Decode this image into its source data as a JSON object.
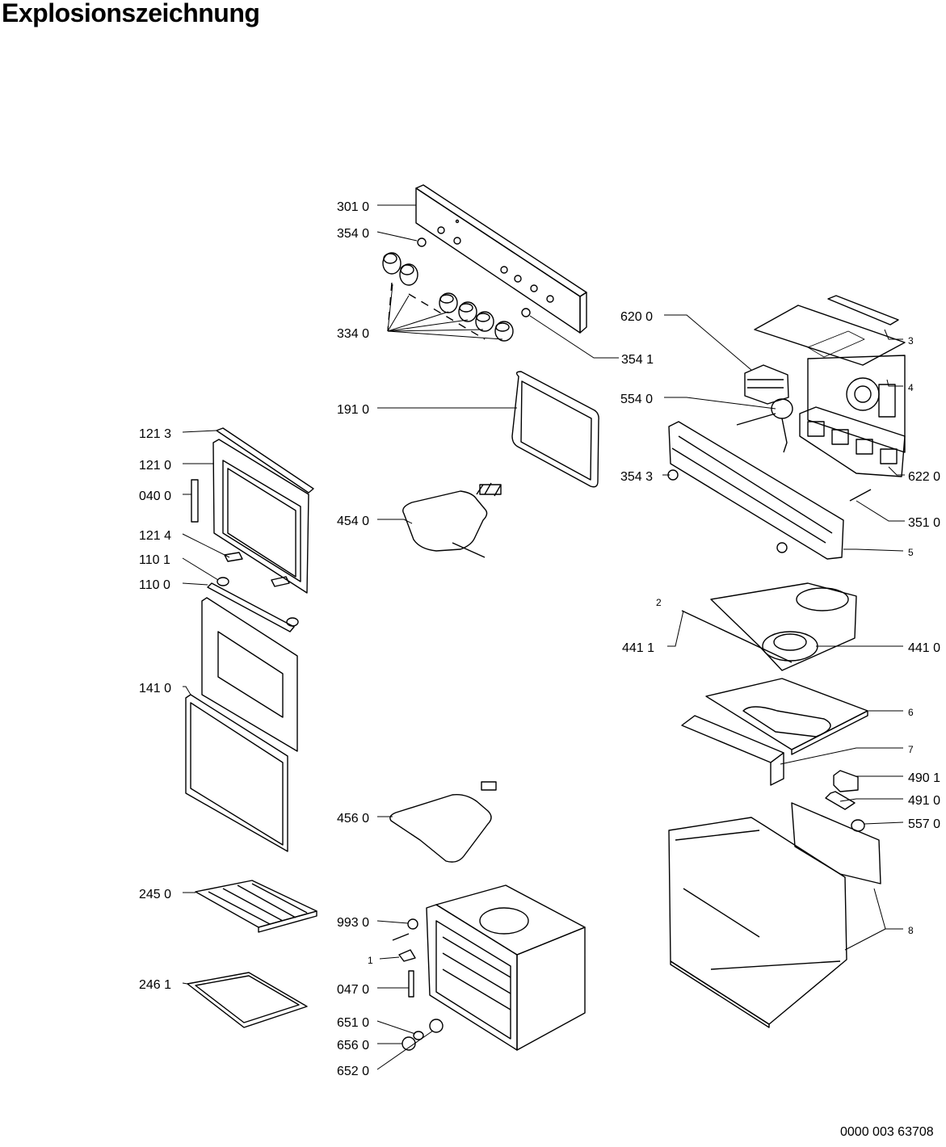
{
  "title": "Explosionszeichnung",
  "document_number": "0000 003 63708",
  "part_labels": [
    {
      "id": "301 0"
    },
    {
      "id": "354 0"
    },
    {
      "id": "334 0"
    },
    {
      "id": "354 1"
    },
    {
      "id": "620 0"
    },
    {
      "id": "3"
    },
    {
      "id": "4"
    },
    {
      "id": "554 0"
    },
    {
      "id": "191 0"
    },
    {
      "id": "121 3"
    },
    {
      "id": "121 0"
    },
    {
      "id": "040 0"
    },
    {
      "id": "454 0"
    },
    {
      "id": "354 3"
    },
    {
      "id": "622 0"
    },
    {
      "id": "351 0"
    },
    {
      "id": "121 4"
    },
    {
      "id": "110 1"
    },
    {
      "id": "110 0"
    },
    {
      "id": "5"
    },
    {
      "id": "2"
    },
    {
      "id": "441 1"
    },
    {
      "id": "441 0"
    },
    {
      "id": "141 0"
    },
    {
      "id": "6"
    },
    {
      "id": "7"
    },
    {
      "id": "490 1"
    },
    {
      "id": "491 0"
    },
    {
      "id": "557 0"
    },
    {
      "id": "456 0"
    },
    {
      "id": "245 0"
    },
    {
      "id": "993 0"
    },
    {
      "id": "8"
    },
    {
      "id": "1"
    },
    {
      "id": "246 1"
    },
    {
      "id": "047 0"
    },
    {
      "id": "651 0"
    },
    {
      "id": "656 0"
    },
    {
      "id": "652 0"
    }
  ]
}
